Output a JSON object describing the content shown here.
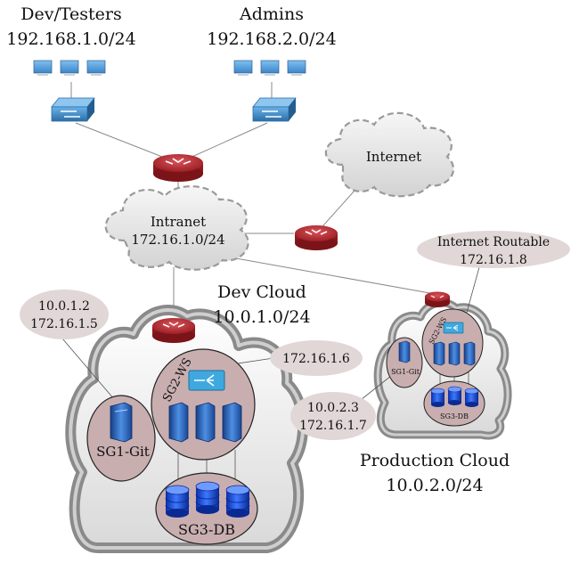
{
  "groups": {
    "dev_testers": {
      "name": "Dev/Testers",
      "subnet": "192.168.1.0/24"
    },
    "admins": {
      "name": "Admins",
      "subnet": "192.168.2.0/24"
    }
  },
  "clouds": {
    "internet": {
      "name": "Internet"
    },
    "intranet": {
      "name": "Intranet",
      "subnet": "172.16.1.0/24"
    },
    "dev": {
      "name": "Dev Cloud",
      "subnet": "10.0.1.0/24"
    },
    "production": {
      "name": "Production Cloud",
      "subnet": "10.0.2.0/24"
    }
  },
  "security_groups": {
    "dev": {
      "git": "SG1-Git",
      "ws": "SG2-WS",
      "db": "SG3-DB"
    },
    "production": {
      "git": "SG1-Git",
      "ws": "SG2-WS",
      "db": "SG3-DB"
    }
  },
  "callouts": {
    "dev_git_line1": "10.0.1.2",
    "dev_git_line2": "172.16.1.5",
    "dev_ws": "172.16.1.6",
    "prod_git_line1": "10.0.2.3",
    "prod_git_line2": "172.16.1.7",
    "prod_ws_line1": "Internet Routable",
    "prod_ws_line2": "172.16.1.8"
  },
  "colors": {
    "router": "#b8262c",
    "switch": "#3a86c4",
    "server": "#2a63b8",
    "database": "#1a52d6",
    "security_group_fill": "#c9aeb0",
    "callout_fill": "#e1d7d7",
    "cloud_gray": "#9a9a9a"
  }
}
